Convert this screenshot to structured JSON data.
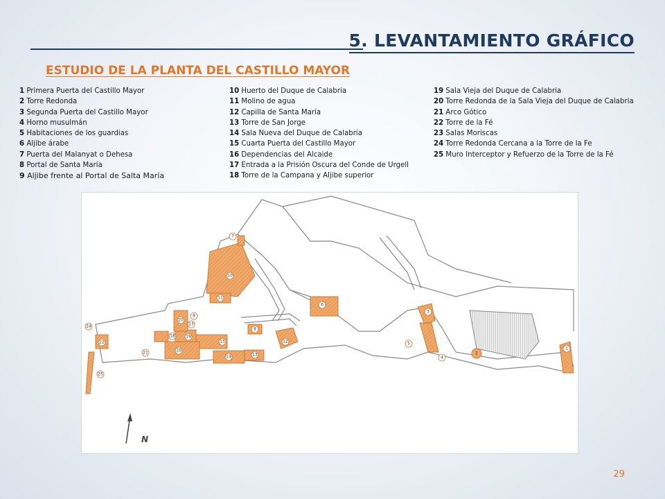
{
  "header": {
    "title": "5. LEVANTAMIENTO GRÁFICO",
    "subtitle": "ESTUDIO DE LA PLANTA DEL CASTILLO MAYOR"
  },
  "legend": {
    "col1": [
      {
        "n": "1",
        "t": "Primera Puerta del Castillo Mayor"
      },
      {
        "n": "2",
        "t": "Torre Redonda"
      },
      {
        "n": "3",
        "t": "Segunda Puerta del Castillo Mayor"
      },
      {
        "n": "4",
        "t": "Horno musulmán"
      },
      {
        "n": "5",
        "t": "Habitaciones de los guardias"
      },
      {
        "n": "6",
        "t": "Aljibe árabe"
      },
      {
        "n": "7",
        "t": "Puerta del Malanyat  o Dehesa"
      },
      {
        "n": "8",
        "t": "Portal de Santa María"
      },
      {
        "n": "9",
        "t": "Aljibe frente al Portal de Salta María"
      }
    ],
    "col2": [
      {
        "n": "10",
        "t": "Huerto del Duque de Calabria"
      },
      {
        "n": "11",
        "t": "Molino de agua"
      },
      {
        "n": "12",
        "t": "Capilla de Santa María"
      },
      {
        "n": "13",
        "t": "Torre de San Jorge"
      },
      {
        "n": "14",
        "t": "Sala Nueva del Duque de Calabria"
      },
      {
        "n": "15",
        "t": "Cuarta Puerta del Castillo Mayor"
      },
      {
        "n": "16",
        "t": "Dependencias del Alcaide"
      },
      {
        "n": "17",
        "t": "Entrada a la Prisión Oscura del Conde de Urgell"
      },
      {
        "n": "18",
        "t": "Torre de la Campana  y Aljibe superior"
      }
    ],
    "col3": [
      {
        "n": "19",
        "t": "Sala Vieja del Duque de Calabria"
      },
      {
        "n": "20",
        "t": "Torre Redonda de la Sala Vieja del Duque de Calabria"
      },
      {
        "n": "21",
        "t": "Arco Gótico"
      },
      {
        "n": "22",
        "t": "Torre de la Fé"
      },
      {
        "n": "23",
        "t": "Salas Moriscas"
      },
      {
        "n": "24",
        "t": "Torre Redonda Cercana a la Torre de la Fe"
      },
      {
        "n": "25",
        "t": "Muro Interceptor y Refuerzo de la Torre de la Fé"
      }
    ]
  },
  "map": {
    "north_label": "N",
    "markers": [
      "1",
      "2",
      "3",
      "4",
      "5",
      "6",
      "7",
      "8",
      "9",
      "10",
      "11",
      "12",
      "13",
      "14",
      "15",
      "16",
      "17",
      "18",
      "19",
      "20",
      "21",
      "22",
      "24",
      "25"
    ],
    "colors": {
      "building": "#f0a868",
      "building_stroke": "#c8732e",
      "wall": "#8a8a8a"
    }
  },
  "footer": {
    "page_number": "29"
  }
}
